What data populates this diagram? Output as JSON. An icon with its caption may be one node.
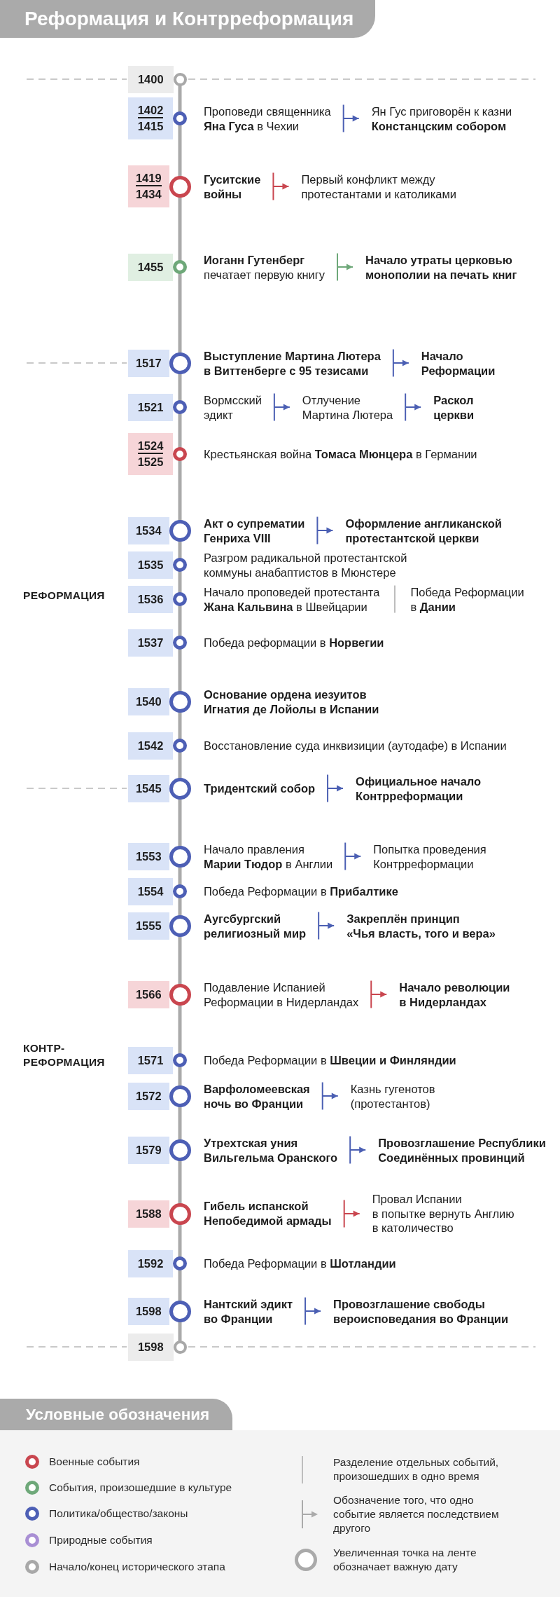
{
  "diagram": {
    "title": "Реформация и Контрреформация",
    "nodes": [
      {
        "text": [
          "1400"
        ]
      },
      {
        "text": [
          "1402",
          "1415"
        ]
      },
      {
        "text": [
          "Проповеди священника **Яна Гуса** в Чехии"
        ]
      },
      {
        "text": [
          "Ян Гус приговорён к казни **Констанцским собором**"
        ]
      },
      {
        "text": [
          "1419",
          "1434"
        ]
      },
      {
        "text": [
          "Гуситские войны"
        ]
      },
      {
        "text": [
          "Первый конфликт между протестантами и католиками"
        ]
      },
      {
        "text": [
          "1455"
        ]
      },
      {
        "text": [
          "**Иоганн Гутенберг** печатает первую книгу"
        ]
      },
      {
        "text": [
          "Начало утраты церковью монополии на печать книг"
        ]
      },
      {
        "text": [
          "1517"
        ]
      },
      {
        "text": [
          "Выступление Мартина Лютера в Виттенберге с 95 тезисами"
        ]
      },
      {
        "text": [
          "Начало Реформации"
        ]
      },
      {
        "text": [
          "1521"
        ]
      },
      {
        "text": [
          "Вормсский эдикт"
        ]
      },
      {
        "text": [
          "Отлучение Мартина Лютера"
        ]
      },
      {
        "text": [
          "Раскол церкви"
        ]
      },
      {
        "text": [
          "1524",
          "1525"
        ]
      },
      {
        "text": [
          "1534"
        ]
      },
      {
        "text": [
          "Акт о супрематии Генриха VIII"
        ]
      },
      {
        "text": [
          "Оформление англиканской протестантской церкви"
        ]
      },
      {
        "text": [
          "1535"
        ]
      },
      {
        "text": [
          "1536"
        ]
      },
      {
        "text": [
          "1537"
        ]
      },
      {
        "text": [
          "1540"
        ]
      },
      {
        "text": [
          "1542"
        ]
      },
      {
        "text": [
          "1545"
        ]
      },
      {
        "text": [
          "Тридентский собор"
        ]
      },
      {
        "text": [
          "Официальное начало Контрреформации"
        ]
      },
      {
        "text": [
          "1553"
        ]
      },
      {
        "text": [
          "Начало правления **Марии Тюдор** в Англии"
        ]
      },
      {
        "text": [
          "Попытка проведения Контрреформации"
        ]
      },
      {
        "text": [
          "1554"
        ]
      },
      {
        "text": [
          "1555"
        ]
      },
      {
        "text": [
          "Аугсбургский религиозный мир"
        ]
      },
      {
        "text": [
          "Закреплён принцип «Чья власть, того и вера»"
        ]
      },
      {
        "text": [
          "1566"
        ]
      },
      {
        "text": [
          "Подавление Испанией Реформации в Нидерландах"
        ]
      },
      {
        "text": [
          "Начало революции в Нидерландах"
        ]
      },
      {
        "text": [
          "1571"
        ]
      },
      {
        "text": [
          "1572"
        ]
      },
      {
        "text": [
          "Варфоломеевская ночь во Франции"
        ]
      },
      {
        "text": [
          "Казнь гугенотов (протестантов)"
        ]
      },
      {
        "text": [
          "1579"
        ]
      },
      {
        "text": [
          "Утрехтская уния Вильгельма Оранского"
        ]
      },
      {
        "text": [
          "Провозглашение Республики Соединённых провинций"
        ]
      },
      {
        "text": [
          "1588"
        ]
      },
      {
        "text": [
          "Гибель испанской Непобедимой армады"
        ]
      },
      {
        "text": [
          "Провал Испании в попытке вернуть Англию в католичество"
        ]
      },
      {
        "text": [
          "1592"
        ]
      },
      {
        "text": [
          "1598"
        ]
      },
      {
        "text": [
          "Нантский эдикт во Франции"
        ]
      },
      {
        "text": [
          "Провозглашение свободы вероисповедания во Франции"
        ]
      },
      {
        "text": [
          "1598"
        ]
      }
    ],
    "edges": [
      {
        "from": 2,
        "to": 3,
        "arrow": "to"
      },
      {
        "from": 5,
        "to": 6,
        "arrow": "to",
        "color": "#c9464f"
      },
      {
        "from": 8,
        "to": 9,
        "arrow": "to",
        "color": "#6ea879"
      },
      {
        "from": 11,
        "to": 12,
        "arrow": "to"
      },
      {
        "from": 14,
        "to": 15,
        "arrow": "to"
      },
      {
        "from": 15,
        "to": 16,
        "arrow": "to"
      },
      {
        "from": 19,
        "to": 20,
        "arrow": "to"
      },
      {
        "from": 27,
        "to": 28,
        "arrow": "to"
      },
      {
        "from": 30,
        "to": 31,
        "arrow": "to"
      },
      {
        "from": 34,
        "to": 35,
        "arrow": "to"
      },
      {
        "from": 37,
        "to": 38,
        "arrow": "to",
        "color": "#c9464f"
      },
      {
        "from": 41,
        "to": 42,
        "arrow": "to"
      },
      {
        "from": 44,
        "to": 45,
        "arrow": "to"
      },
      {
        "from": 47,
        "to": 48,
        "arrow": "to",
        "color": "#c9464f"
      },
      {
        "from": 51,
        "to": 52,
        "arrow": "to"
      }
    ],
    "labels": [
      "Крестьянская война **Томаса Мюнцера** в Германии",
      "Разгром радикальной протестантской коммуны анабаптистов в Мюнстере",
      "РЕФОРМАЦИЯ",
      "Начало проповедей протестанта **Жана Кальвина** в Швейцарии",
      "Победа Реформации в **Дании**",
      "Победа реформации в **Норвегии**",
      "Основание ордена иезуитов Игнатия де Лойолы в Испании",
      "Восстановление суда инквизиции (аутодафе) в Испании",
      "Победа Реформации в **Прибалтике**",
      "КОНТР- РЕФОРМАЦИЯ",
      "Победа Реформации в **Швеции и Финляндии**",
      "Победа Реформации в **Шотландии**",
      "Условные обозначения"
    ],
    "legend": [
      {
        "text": "Военные события",
        "color": "#c9464f"
      },
      {
        "text": "События, произошедшие в культуре",
        "color": "#6ea879"
      },
      {
        "text": "Политика/общество/законы",
        "color": "#4d5fb5"
      },
      {
        "text": "Природные события",
        "color": "#a98fd4"
      },
      {
        "text": "Начало/конец исторического этапа",
        "color": "#a8a8a8"
      },
      {
        "text": "Разделение отдельных событий, произошедших в одно время"
      },
      {
        "text": "Обозначение того, что одно событие является последствием другого"
      },
      {
        "text": "Увеличенная точка на ленте обозначает важную дату"
      }
    ]
  }
}
